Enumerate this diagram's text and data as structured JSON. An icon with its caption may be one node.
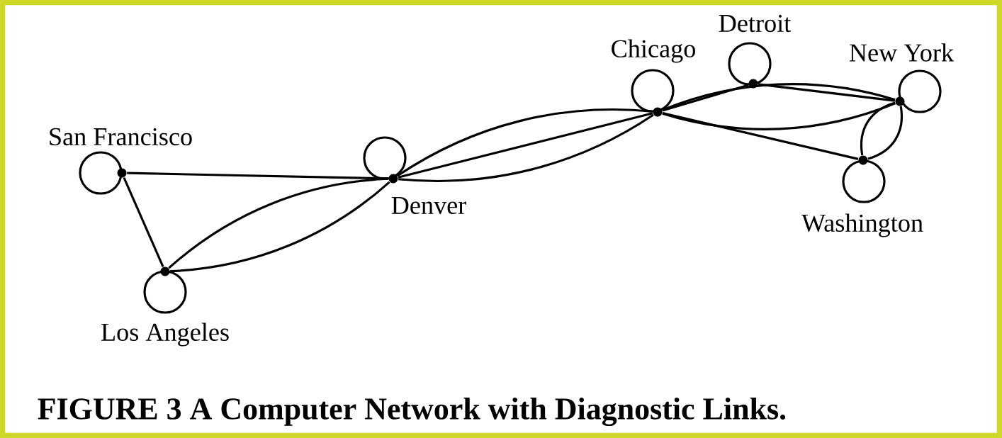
{
  "diagram": {
    "caption": "FIGURE 3 A Computer Network with Diagnostic Links.",
    "nodes": [
      {
        "text": [
          "San Francisco"
        ]
      },
      {
        "text": [
          "Los Angeles"
        ]
      },
      {
        "text": [
          "Denver"
        ]
      },
      {
        "text": [
          "Chicago"
        ]
      },
      {
        "text": [
          "Detroit"
        ]
      },
      {
        "text": [
          "New York"
        ]
      },
      {
        "text": [
          "Washington"
        ]
      }
    ],
    "edges": [
      {
        "from": 0,
        "to": 2,
        "arrow": "none"
      },
      {
        "from": 0,
        "to": 1,
        "arrow": "none"
      },
      {
        "from": 1,
        "to": 2,
        "arrow": "none"
      },
      {
        "from": 1,
        "to": 2,
        "arrow": "none"
      },
      {
        "from": 2,
        "to": 3,
        "arrow": "none"
      },
      {
        "from": 2,
        "to": 3,
        "arrow": "none"
      },
      {
        "from": 2,
        "to": 3,
        "arrow": "none"
      },
      {
        "from": 3,
        "to": 4,
        "arrow": "none"
      },
      {
        "from": 4,
        "to": 5,
        "arrow": "none"
      },
      {
        "from": 3,
        "to": 5,
        "arrow": "none"
      },
      {
        "from": 3,
        "to": 5,
        "arrow": "none"
      },
      {
        "from": 3,
        "to": 6,
        "arrow": "none"
      },
      {
        "from": 5,
        "to": 6,
        "arrow": "none"
      },
      {
        "from": 5,
        "to": 6,
        "arrow": "none"
      },
      {
        "from": 0,
        "to": 0,
        "arrow": "none"
      },
      {
        "from": 1,
        "to": 1,
        "arrow": "none"
      },
      {
        "from": 2,
        "to": 2,
        "arrow": "none"
      },
      {
        "from": 3,
        "to": 3,
        "arrow": "none"
      },
      {
        "from": 4,
        "to": 4,
        "arrow": "none"
      },
      {
        "from": 5,
        "to": 5,
        "arrow": "none"
      },
      {
        "from": 6,
        "to": 6,
        "arrow": "none"
      }
    ]
  }
}
